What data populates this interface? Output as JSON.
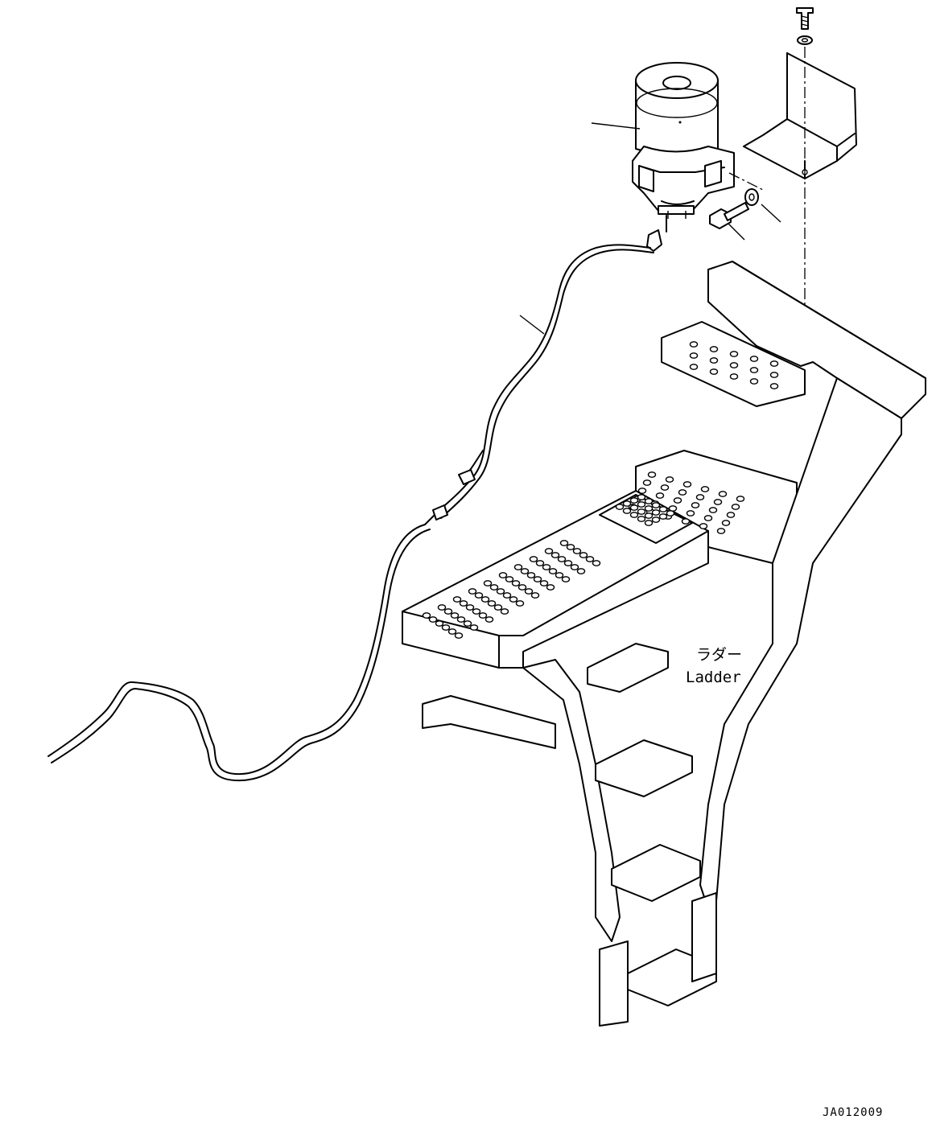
{
  "labels": {
    "ladder_jp": "ラダー",
    "ladder_en": "Ladder",
    "drawing_code": "JA012009"
  }
}
